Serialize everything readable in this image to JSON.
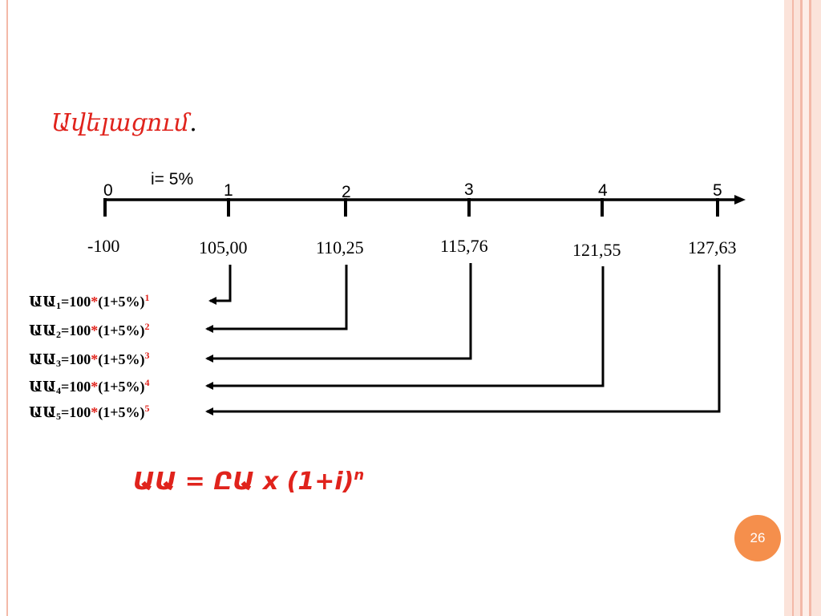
{
  "slide": {
    "title": "Ավելացում",
    "title_dot": ".",
    "rate_label": "i= 5%",
    "page_number": "26"
  },
  "timeline": {
    "periods": [
      "0",
      "1",
      "2",
      "3",
      "4",
      "5"
    ],
    "amounts": [
      "-100",
      "105,00",
      "110,25",
      "115,76",
      "121,55",
      "127,63"
    ]
  },
  "formulas": [
    {
      "prefix": "ԱԱ",
      "sub": "1",
      "body": "=100",
      "star": "*",
      "paren": "(1+5%)",
      "exp": "1"
    },
    {
      "prefix": "ԱԱ",
      "sub": "2",
      "body": "=100",
      "star": "*",
      "paren": "(1+5%)",
      "exp": "2"
    },
    {
      "prefix": "ԱԱ",
      "sub": "3",
      "body": "=100",
      "star": "*",
      "paren": "(1+5%)",
      "exp": "3"
    },
    {
      "prefix": "ԱԱ",
      "sub": "4",
      "body": "=100",
      "star": "*",
      "paren": "(1+5%)",
      "exp": "4"
    },
    {
      "prefix": "ԱԱ",
      "sub": "5",
      "body": "=100",
      "star": "*",
      "paren": "(1+5%)",
      "exp": "5"
    }
  ],
  "general_formula": {
    "text": "ԱԱ = ԸԱ x (1+i)",
    "exp": "n"
  },
  "colors": {
    "accent_red": "#e0231c",
    "badge_orange": "#f58f4c",
    "frame_salmon": "#f3b9a8"
  }
}
